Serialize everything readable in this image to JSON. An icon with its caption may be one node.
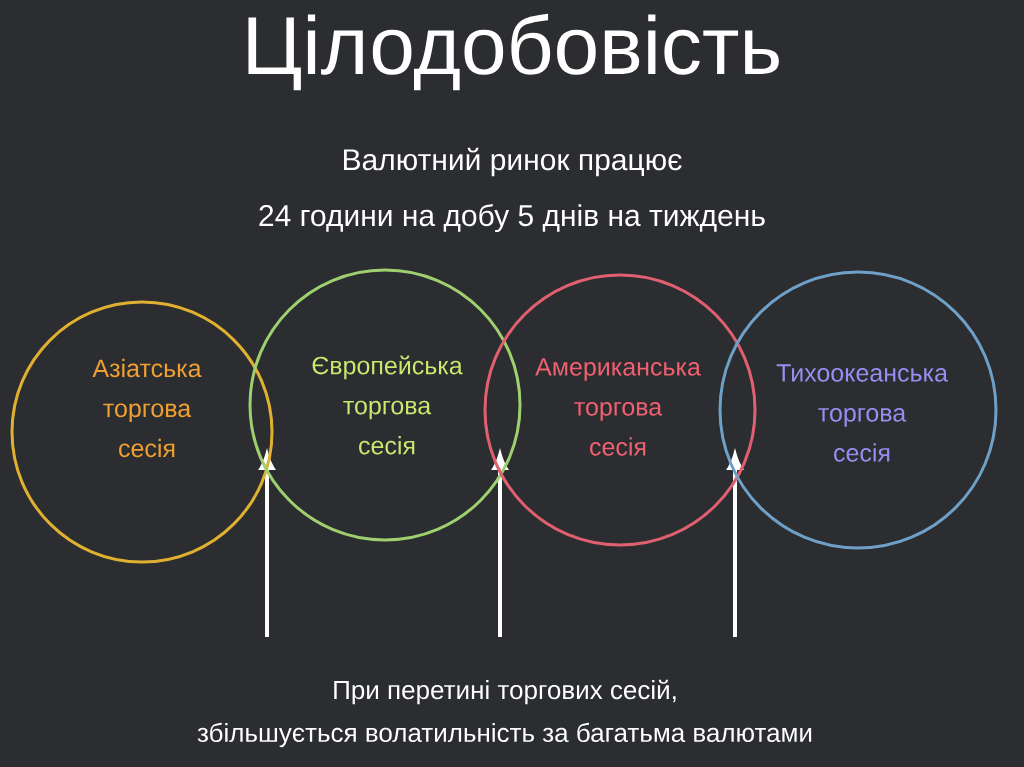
{
  "diagram": {
    "title": "Цілодобовість",
    "nodes": [
      {
        "text": [
          "Азіатська торгова сесія"
        ]
      },
      {
        "text": [
          "Європейська торгова сесія"
        ]
      },
      {
        "text": [
          "Американська торгова сесія"
        ]
      },
      {
        "text": [
          "Тихоокеанська торгова сесія"
        ]
      }
    ],
    "labels": [
      "Валютний ринок працює",
      "24 години на добу 5 днів на тиждень",
      "При перетині торгових сесій,",
      "збільшується волатильність за багатьма валютами"
    ]
  }
}
